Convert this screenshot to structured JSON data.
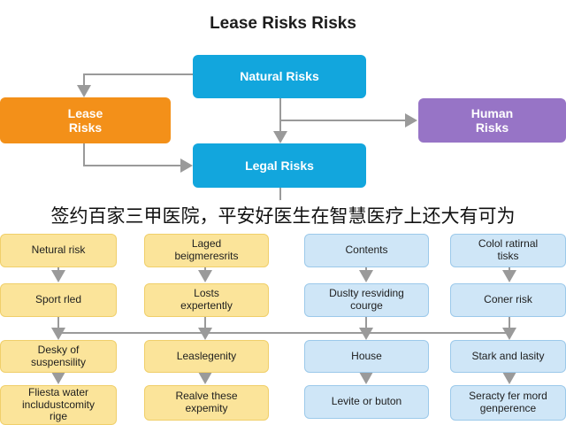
{
  "title": "Lease Risks Risks",
  "caption": "签约百家三甲医院，平安好医生在智慧医疗上还大有可为",
  "nodes": {
    "natural_risks": "Natural Risks",
    "lease_risks": "Lease\nRisks",
    "human_risks": "Human\nRisks",
    "legal_risks": "Legal Risks"
  },
  "grid": {
    "col1": [
      "Netural risk",
      "Sport rled",
      "Desky of\nsuspensility",
      "Fliesta water\nincludustcomity\nrige"
    ],
    "col2": [
      "Laged\nbeigmeresrits",
      "Losts\nexpertently",
      "Leaslegenity",
      "Realve these\nexpemity"
    ],
    "col3": [
      "Contents",
      "Duslty resviding\ncourge",
      "House",
      "Levite or buton"
    ],
    "col4": [
      "Colol ratirnal\ntisks",
      "Coner risk",
      "Stark and lasity",
      "Seracty fer mord\ngenperence"
    ]
  },
  "colors": {
    "blue": "#12a6dd",
    "orange": "#f39019",
    "purple": "#9774c6",
    "yellow_cell": "#fbe49a",
    "blue_cell": "#cfe6f7",
    "connector": "#9a9a9a"
  }
}
